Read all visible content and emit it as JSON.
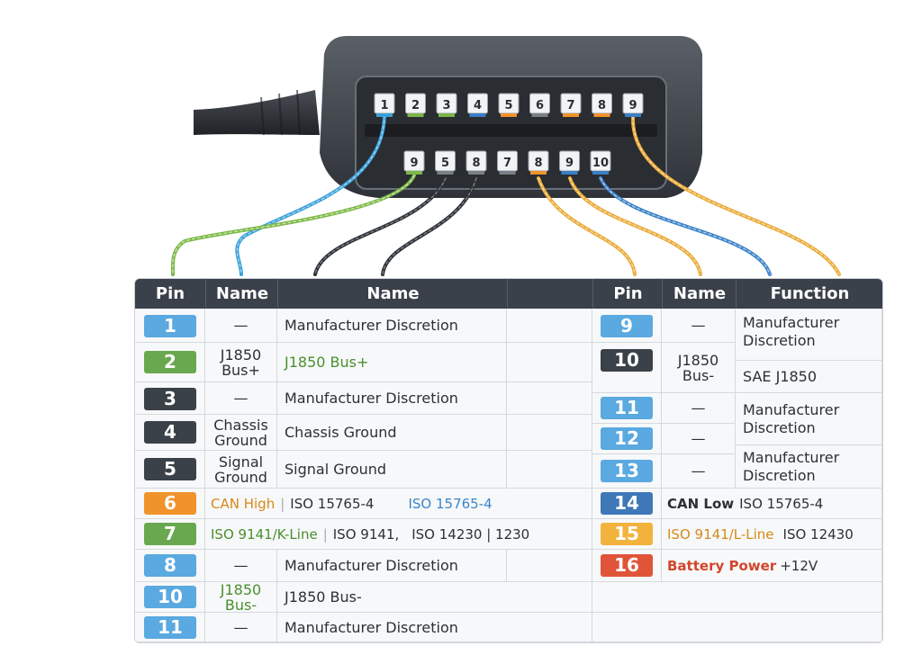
{
  "headers": {
    "left_pin": "Pin",
    "left_name": "Name",
    "left_desc": "Name",
    "right_pin": "Pin",
    "right_name": "Name",
    "right_function": "Function"
  },
  "connector": {
    "top_row_labels": [
      "1",
      "2",
      "3",
      "4",
      "5",
      "6",
      "7",
      "8",
      "9"
    ],
    "bottom_row_labels": [
      "9",
      "5",
      "8",
      "7",
      "8",
      "9",
      "10"
    ]
  },
  "left_rows": [
    {
      "pin": "1",
      "name": "—",
      "desc": "Manufacturer Discretion"
    },
    {
      "pin": "2",
      "name": "J1850 Bus+",
      "desc": "J1850 Bus+"
    },
    {
      "pin": "3",
      "name": "—",
      "desc": "Manufacturer Discretion"
    },
    {
      "pin": "4",
      "name": "Chassis Ground",
      "desc": "Chassis Ground"
    },
    {
      "pin": "5",
      "name": "Signal Ground",
      "desc": "Signal Ground"
    },
    {
      "pin": "6",
      "name": "CAN High",
      "desc": "ISO 15765-4",
      "extra": "ISO 15765-4"
    },
    {
      "pin": "7",
      "name": "ISO 9141/K-Line",
      "desc": "ISO 9141,",
      "extra": "ISO 14230 | 1230"
    },
    {
      "pin": "8",
      "name": "—",
      "desc": "Manufacturer Discretion"
    },
    {
      "pin": "10",
      "name": "J1850 Bus-",
      "desc": "J1850 Bus-"
    },
    {
      "pin": "11",
      "name": "—",
      "desc": "Manufacturer Discretion"
    }
  ],
  "right_rows": [
    {
      "pin": "9",
      "name": "—",
      "function": "Manufacturer Discretion"
    },
    {
      "pin": "10",
      "name": "J1850 Bus-",
      "function": "SAE J1850"
    },
    {
      "pin": "11",
      "name": "—",
      "function": "Manufacturer Discretion"
    },
    {
      "pin": "12",
      "name": "—"
    },
    {
      "pin": "13",
      "name": "—",
      "function": "Manufacturer Discretion"
    },
    {
      "pin": "14",
      "name": "CAN Low",
      "function": "ISO 15765-4"
    },
    {
      "pin": "15",
      "name": "ISO 9141/L-Line",
      "function": "ISO 12430"
    },
    {
      "pin": "16",
      "name": "Battery Power",
      "function": "+12V"
    }
  ],
  "colors": {
    "header_bg": "#3a414a",
    "light_blue": "#5aa9e0",
    "green": "#6aa84f",
    "dark": "#3b4148",
    "orange": "#f0932b",
    "yellow": "#f2b33d",
    "red": "#e0553a",
    "navy": "#3e78b8"
  }
}
